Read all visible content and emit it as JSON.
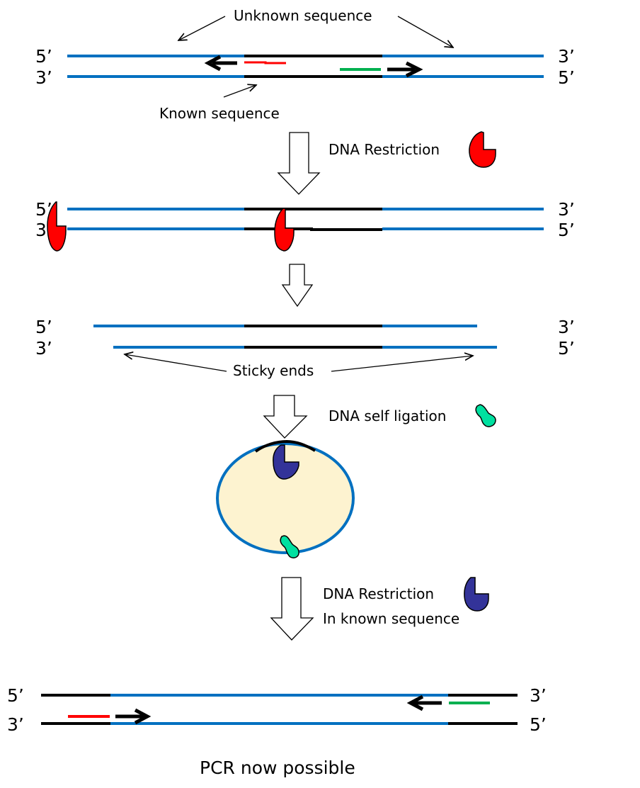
{
  "colors": {
    "unknown_strand": "#0070c0",
    "known_strand": "#000000",
    "primer_red": "#ff0000",
    "primer_green": "#00b050",
    "enzyme1": "#ff0000",
    "enzyme2": "#333399",
    "ligase": "#00e0a0",
    "circle_fill": "#fdf3d0"
  },
  "labels": {
    "unknown_sequence": "Unknown sequence",
    "known_sequence": "Known sequence",
    "step1": "DNA Restriction",
    "sticky_ends": "Sticky ends",
    "step3": "DNA self  ligation",
    "step4_line1": "DNA Restriction",
    "step4_line2": "In known sequence",
    "result": "PCR now possible"
  },
  "ends": {
    "five_prime": "5’",
    "three_prime": "3’"
  },
  "icons": {
    "enzyme1": "restriction-enzyme-pacman-red",
    "enzyme2": "restriction-enzyme-pacman-blue",
    "ligase": "ligase-blob-green"
  }
}
